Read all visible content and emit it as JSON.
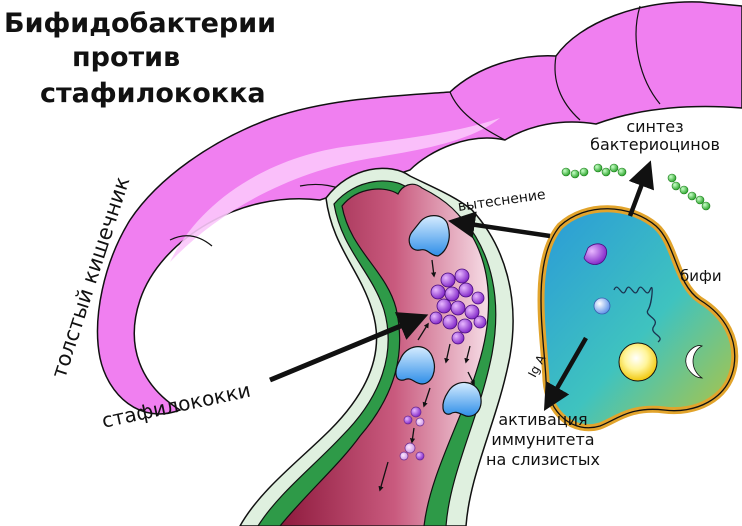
{
  "title": {
    "line1": "Бифидобактерии",
    "line2": "против",
    "line3": "стафилококка"
  },
  "labels": {
    "colon": "толстый кишечник",
    "staph": "стафилококки",
    "displacement": "вытеснение",
    "synthesis_line1": "синтез",
    "synthesis_line2": "бактериоцинов",
    "bifi": "бифи",
    "iga": "Ig A",
    "activation_line1": "активация",
    "activation_line2": "иммунитета",
    "activation_line3": "на слизистых"
  },
  "colors": {
    "colon": "#f07ff0",
    "colon_highlight": "#fbc6fb",
    "wall_green": "#2e9a48",
    "wall_light": "#dff0df",
    "lumen": "#b0264f",
    "bifi_fill": "#2fb3c7",
    "bifi_edge": "#e2a42c",
    "staph_purple": "#a53ee0",
    "bacteriocin_green": "#4fcf4f",
    "blue_cell": "#49a2f2"
  }
}
